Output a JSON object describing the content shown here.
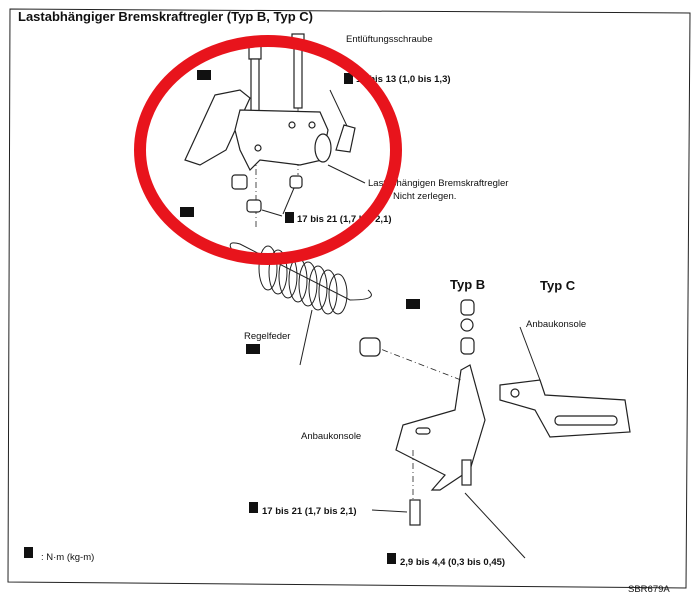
{
  "title": "Lastabhängiger Bremskraftregler (Typ B, Typ C)",
  "labels": {
    "bleeder_screw": "Entlüftungsschraube",
    "bleeder_torque": "10 bis 13 (1,0 bis 1,3)",
    "regulator": "Lastabhängigen Bremskraftregler",
    "regulator_note": "Nicht zerlegen.",
    "regulator_nut_torque": "17 bis 21 (1,7 bis 2,1)",
    "type_b": "Typ B",
    "type_c": "Typ C",
    "bracket_c": "Anbaukonsole",
    "spring": "Regelfeder",
    "bracket_b": "Anbaukonsole",
    "bracket_bolt_torque": "17 bis 21 (1,7 bis 2,1)",
    "lower_bolt_torque": "2,9 bis 4,4 (0,3 bis 0,45)",
    "legend_unit": ": N·m (kg-m)",
    "figure_code": "SBR679A"
  },
  "colors": {
    "highlight_circle": "#e8141c",
    "ink": "#111111"
  }
}
